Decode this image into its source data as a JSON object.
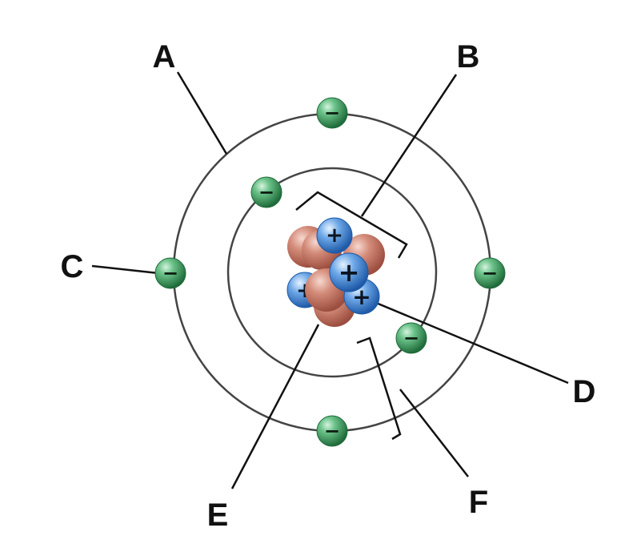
{
  "labels": {
    "A": "A",
    "B": "B",
    "C": "C",
    "D": "D",
    "E": "E",
    "F": "F"
  },
  "electron_symbol": "−",
  "proton_symbol": "+",
  "colors": {
    "orbit": "#444444",
    "electron": "#3f9a5e",
    "proton": "#4d8fd6",
    "neutron": "#c97a6a",
    "leader_line": "#111111"
  }
}
